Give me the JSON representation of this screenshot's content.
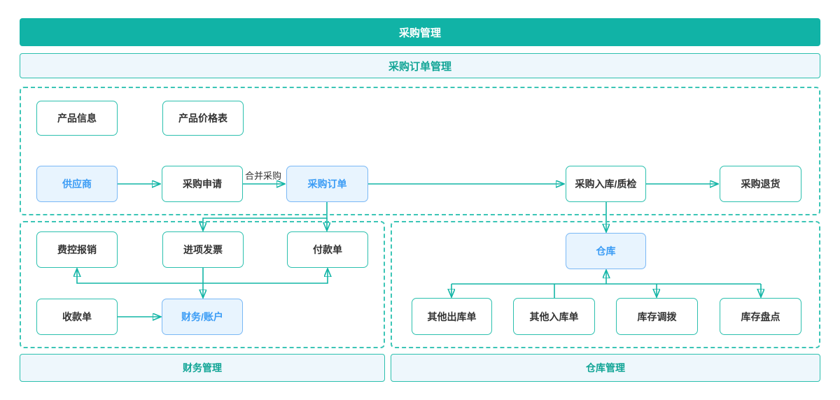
{
  "colors": {
    "teal": "#11b3a6",
    "teal_border": "#2cc0ae",
    "dashed_border": "#3cc5b6",
    "panel_bg": "#eef7fc",
    "panel_text": "#12a596",
    "blue_bg": "#e8f4fe",
    "blue_border": "#7ab8f5",
    "blue_text": "#3b9cf5",
    "dark_text": "#333333",
    "header_text": "#ffffff"
  },
  "header": {
    "title": "采购管理"
  },
  "subheader": {
    "title": "采购订单管理"
  },
  "footers": {
    "finance": "财务管理",
    "warehouse": "仓库管理"
  },
  "edge_labels": {
    "merge_purchase": "合并采购"
  },
  "nodes": {
    "product_info": {
      "label": "产品信息",
      "style": "plain"
    },
    "product_price": {
      "label": "产品价格表",
      "style": "plain"
    },
    "supplier": {
      "label": "供应商",
      "style": "highlight"
    },
    "purchase_request": {
      "label": "采购申请",
      "style": "plain"
    },
    "purchase_order": {
      "label": "采购订单",
      "style": "highlight"
    },
    "purchase_inbound_qc": {
      "label": "采购入库/质检",
      "style": "plain"
    },
    "purchase_return": {
      "label": "采购退货",
      "style": "plain"
    },
    "expense_reimburse": {
      "label": "费控报销",
      "style": "plain"
    },
    "input_invoice": {
      "label": "进项发票",
      "style": "plain"
    },
    "payment_order": {
      "label": "付款单",
      "style": "plain"
    },
    "receipt_order": {
      "label": "收款单",
      "style": "plain"
    },
    "finance_account": {
      "label": "财务/账户",
      "style": "highlight"
    },
    "warehouse": {
      "label": "仓库",
      "style": "highlight"
    },
    "other_outbound": {
      "label": "其他出库单",
      "style": "plain"
    },
    "other_inbound": {
      "label": "其他入库单",
      "style": "plain"
    },
    "inventory_transfer": {
      "label": "库存调拨",
      "style": "plain"
    },
    "inventory_check": {
      "label": "库存盘点",
      "style": "plain"
    }
  }
}
